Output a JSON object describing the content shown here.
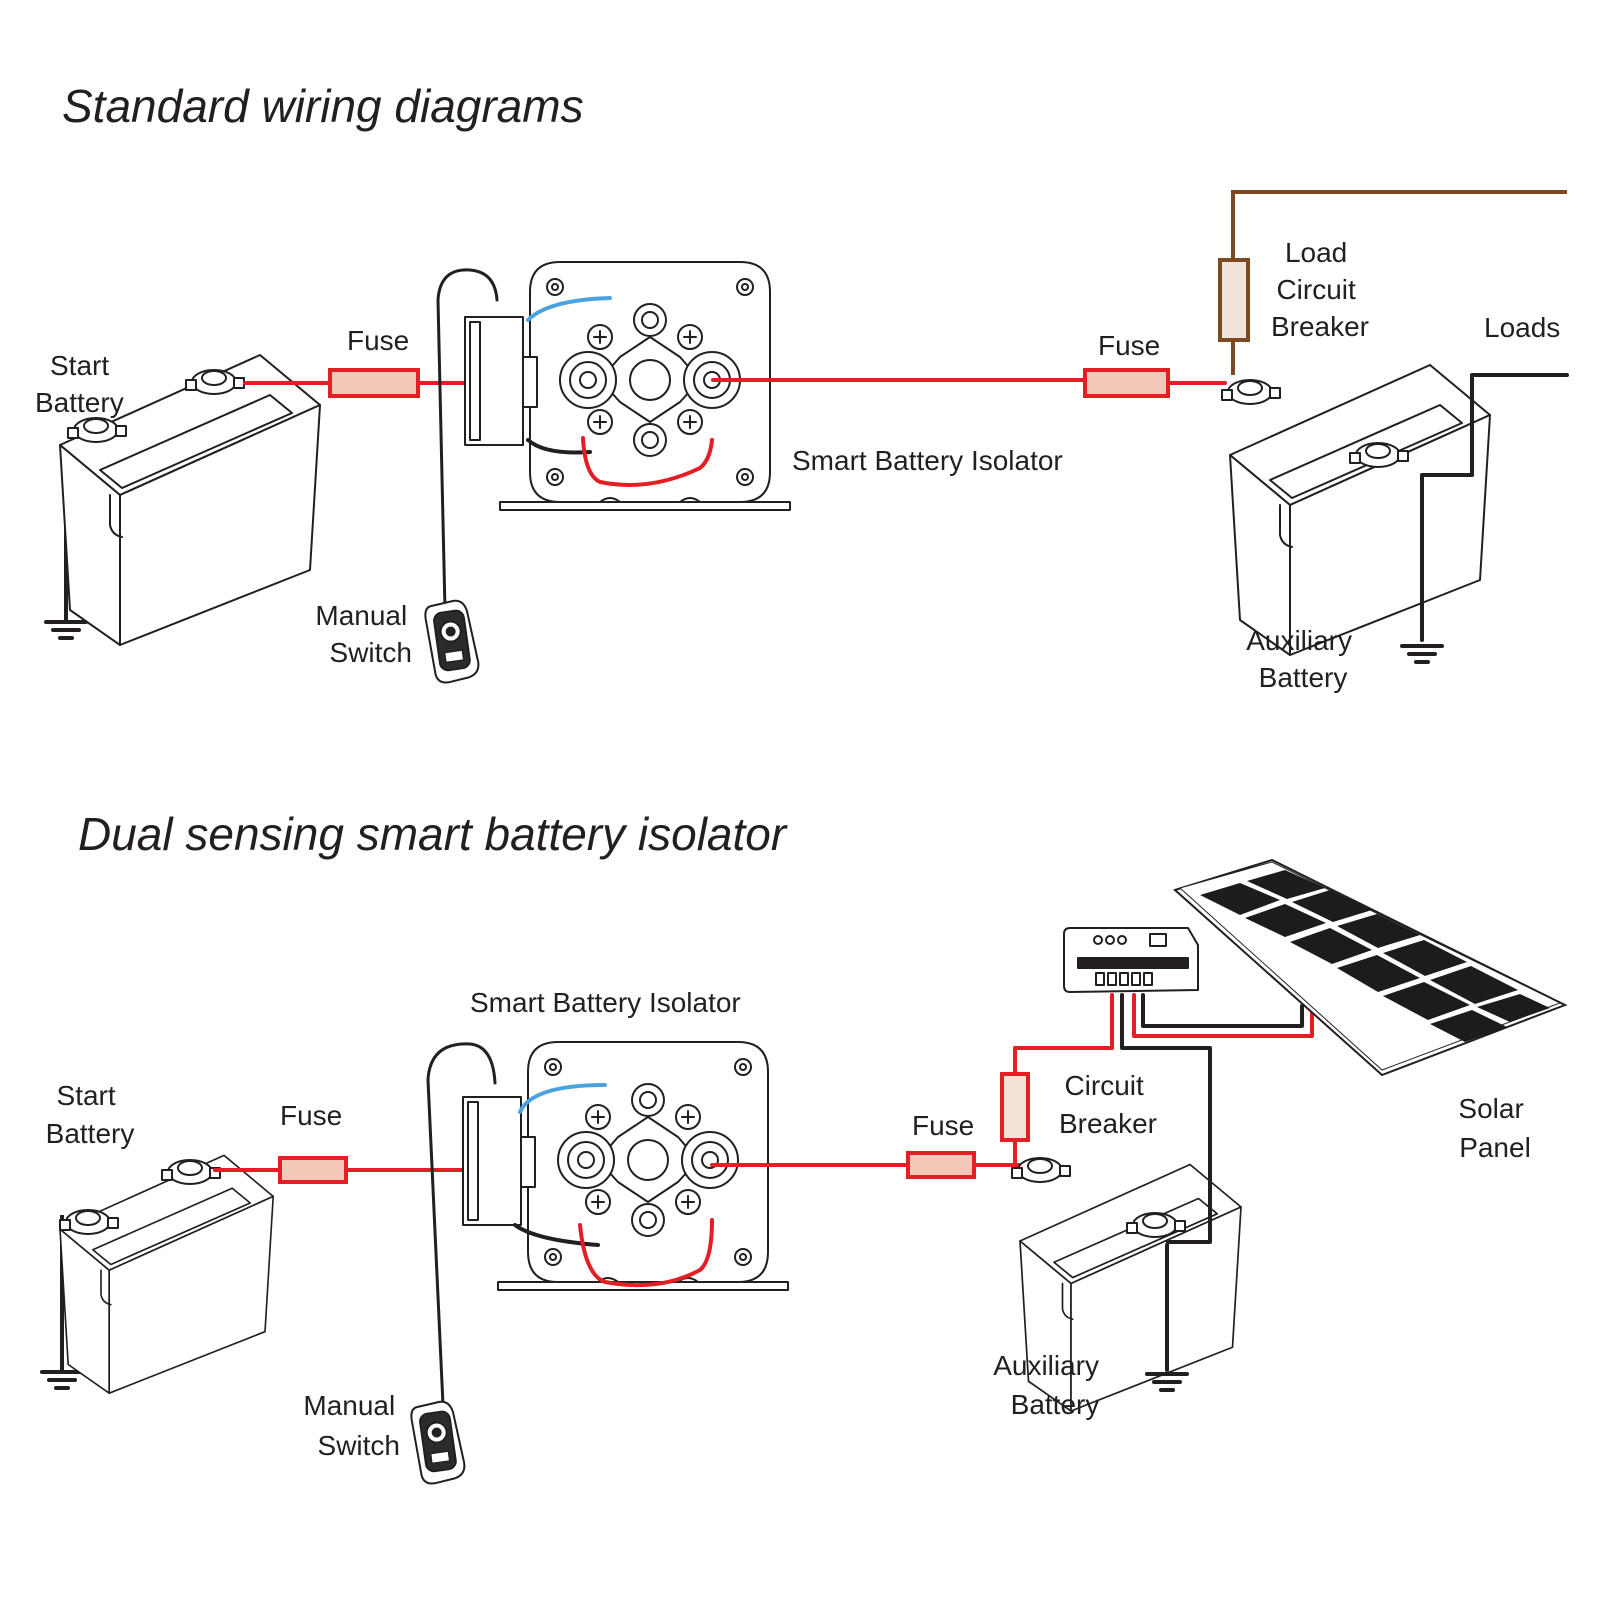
{
  "colors": {
    "positive_wire": "#e31e24",
    "negative_wire": "#231f20",
    "sense_wire": "#4aa3df",
    "load_wire": "#7a4a22",
    "fuse_fill": "#f2c9b8",
    "breaker_fill": "#f2e3d8"
  },
  "diagram1": {
    "title": "Standard wiring diagrams",
    "start_battery": [
      "Start",
      "Battery"
    ],
    "fuse_left": "Fuse",
    "fuse_right": "Fuse",
    "isolator": "Smart Battery Isolator",
    "manual_switch": [
      "Manual",
      "Switch"
    ],
    "load_breaker": [
      "Load",
      "Circuit",
      "Breaker"
    ],
    "loads": "Loads",
    "aux_battery": [
      "Auxiliary",
      "Battery"
    ]
  },
  "diagram2": {
    "title": "Dual sensing smart battery isolator",
    "start_battery": [
      "Start",
      "Battery"
    ],
    "fuse_left": "Fuse",
    "fuse_right": "Fuse",
    "isolator": "Smart Battery Isolator",
    "manual_switch": [
      "Manual",
      "Switch"
    ],
    "breaker": [
      "Circuit",
      "Breaker"
    ],
    "solar_panel": [
      "Solar",
      "Panel"
    ],
    "aux_battery": [
      "Auxiliary",
      "Battery"
    ]
  }
}
